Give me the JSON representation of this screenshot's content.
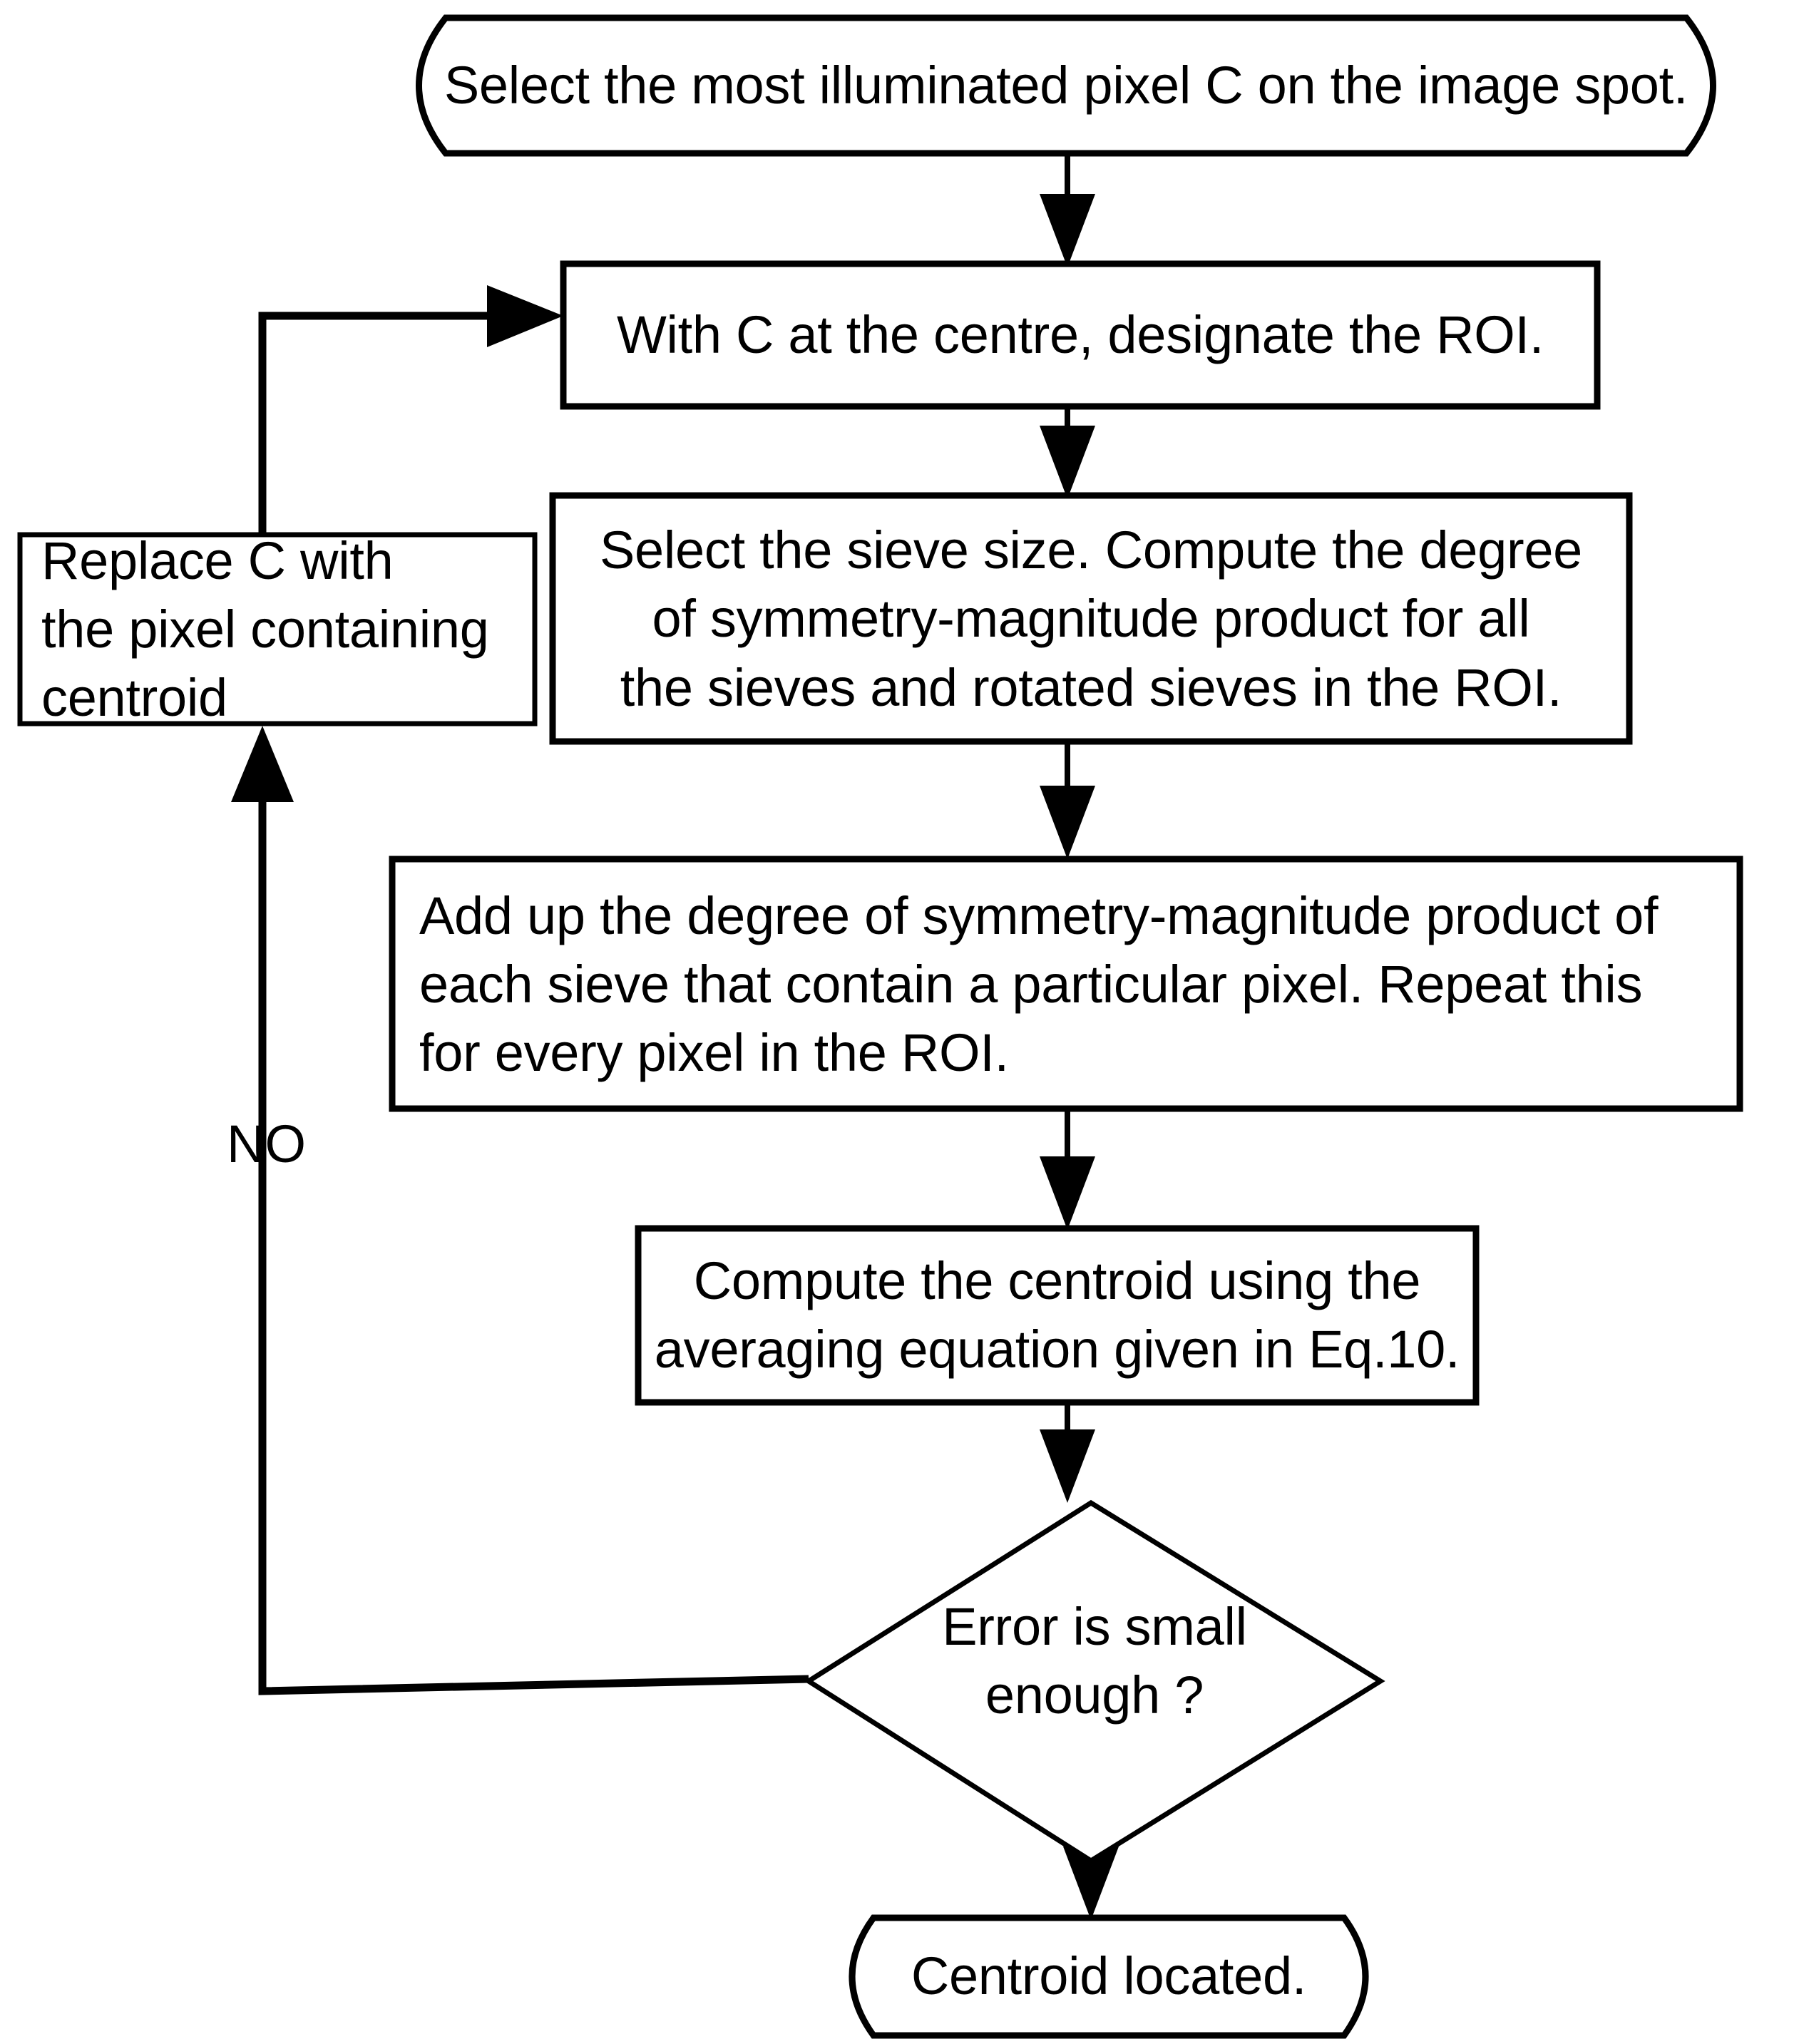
{
  "diagram": {
    "title": "Centroid location flowchart",
    "type": "flowchart",
    "stroke_color": "#000000",
    "fill_color": "#ffffff",
    "nodes": [
      {
        "id": "start",
        "shape": "terminator",
        "text": "Select the most illuminated pixel C on the image spot.",
        "align": "center"
      },
      {
        "id": "designate_roi",
        "shape": "process",
        "text": "With C at the centre, designate the ROI.",
        "align": "center"
      },
      {
        "id": "replace_c",
        "shape": "process",
        "text": "Replace C with\nthe pixel containing\ncentroid",
        "align": "left"
      },
      {
        "id": "select_sieve",
        "shape": "process",
        "text": "Select the sieve size. Compute the degree\nof symmetry-magnitude product for all\nthe sieves and rotated sieves in the ROI.",
        "align": "center"
      },
      {
        "id": "add_up",
        "shape": "process",
        "text": "Add up the degree of symmetry-magnitude product of\neach sieve that contain a particular pixel. Repeat this\nfor every pixel in the ROI.",
        "align": "left"
      },
      {
        "id": "compute_centroid",
        "shape": "process",
        "text": "Compute the centroid using the\naveraging equation given in Eq.10.",
        "align": "center"
      },
      {
        "id": "error_check",
        "shape": "decision",
        "text": "Error is small\nenough ?",
        "align": "center"
      },
      {
        "id": "end",
        "shape": "terminator",
        "text": "Centroid located.",
        "align": "center"
      }
    ],
    "edges": [
      {
        "id": "e1",
        "from": "start",
        "to": "designate_roi",
        "label": ""
      },
      {
        "id": "e2",
        "from": "designate_roi",
        "to": "select_sieve",
        "label": ""
      },
      {
        "id": "e3",
        "from": "select_sieve",
        "to": "add_up",
        "label": ""
      },
      {
        "id": "e4",
        "from": "add_up",
        "to": "compute_centroid",
        "label": ""
      },
      {
        "id": "e5",
        "from": "compute_centroid",
        "to": "error_check",
        "label": ""
      },
      {
        "id": "e6",
        "from": "error_check",
        "to": "end",
        "label": ""
      },
      {
        "id": "e7",
        "from": "error_check",
        "to": "replace_c",
        "label": "NO"
      },
      {
        "id": "e8",
        "from": "replace_c",
        "to": "designate_roi",
        "label": ""
      }
    ],
    "labels": {
      "no": "NO"
    }
  }
}
